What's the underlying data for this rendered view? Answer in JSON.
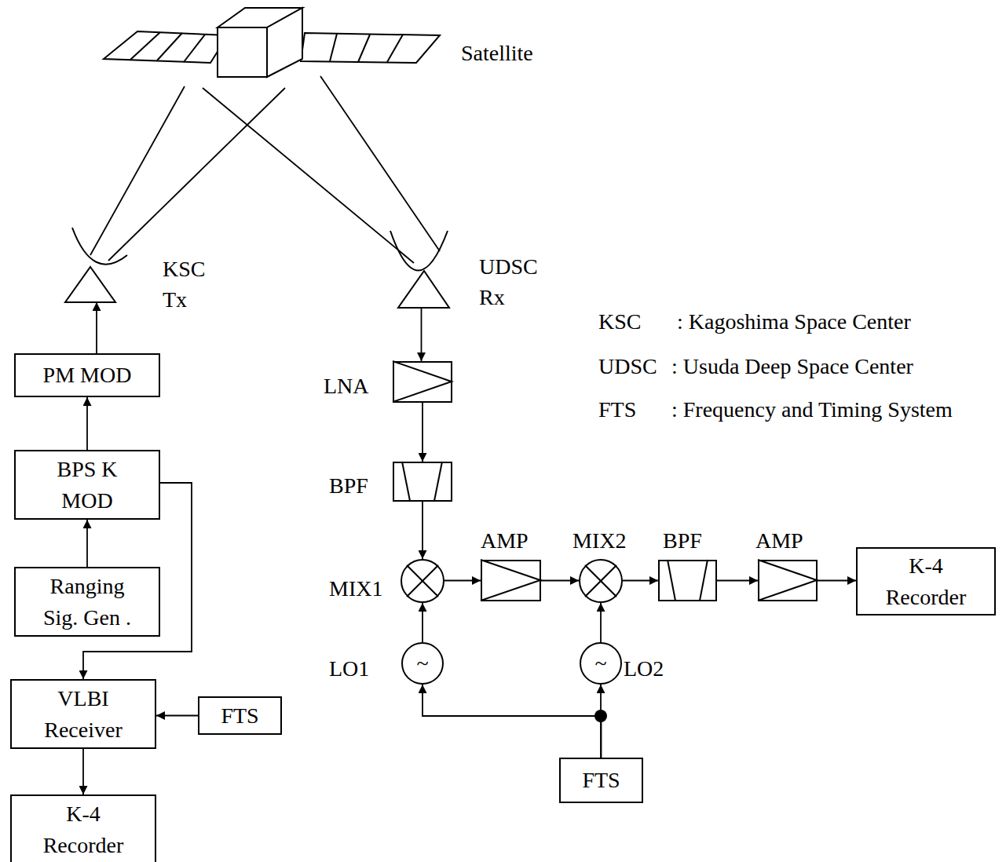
{
  "diagram": {
    "nodes": [
      {
        "text": [
          "Satellite"
        ]
      },
      {
        "text": [
          "KSC Tx"
        ]
      },
      {
        "text": [
          "PM MOD"
        ]
      },
      {
        "text": [
          "BPS K MOD"
        ]
      },
      {
        "text": [
          "Ranging Sig. Gen ."
        ]
      },
      {
        "text": [
          "VLBI Receiver"
        ]
      },
      {
        "text": [
          "FTS"
        ]
      },
      {
        "text": [
          "K-4 Recorder"
        ]
      },
      {
        "text": [
          "UDSC Rx"
        ]
      },
      {
        "text": [
          "LNA"
        ]
      },
      {
        "text": [
          "BPF"
        ]
      },
      {
        "text": [
          "MIX1"
        ]
      },
      {
        "text": [
          "~",
          "LO1"
        ]
      },
      {
        "text": [
          "AMP"
        ]
      },
      {
        "text": [
          "MIX2"
        ]
      },
      {
        "text": [
          "~",
          "LO2"
        ]
      },
      {
        "text": [
          "BPF"
        ]
      },
      {
        "text": [
          "AMP"
        ]
      },
      {
        "text": [
          "K-4 Recorder"
        ]
      },
      {
        "text": [
          "FTS"
        ]
      }
    ],
    "edges": [
      {
        "from": 0,
        "to": 1,
        "arrow": "none"
      },
      {
        "from": 0,
        "to": 8,
        "arrow": "none"
      },
      {
        "from": 2,
        "to": 1,
        "arrow": "to"
      },
      {
        "from": 3,
        "to": 2,
        "arrow": "to"
      },
      {
        "from": 4,
        "to": 3,
        "arrow": "to"
      },
      {
        "from": 3,
        "to": 5,
        "arrow": "to"
      },
      {
        "from": 6,
        "to": 5,
        "arrow": "to"
      },
      {
        "from": 5,
        "to": 7,
        "arrow": "to"
      },
      {
        "from": 8,
        "to": 9,
        "arrow": "to"
      },
      {
        "from": 9,
        "to": 10,
        "arrow": "to"
      },
      {
        "from": 10,
        "to": 11,
        "arrow": "to"
      },
      {
        "from": 12,
        "to": 11,
        "arrow": "to"
      },
      {
        "from": 11,
        "to": 13,
        "arrow": "to"
      },
      {
        "from": 13,
        "to": 14,
        "arrow": "to"
      },
      {
        "from": 15,
        "to": 14,
        "arrow": "to"
      },
      {
        "from": 14,
        "to": 16,
        "arrow": "to"
      },
      {
        "from": 16,
        "to": 17,
        "arrow": "to"
      },
      {
        "from": 17,
        "to": 18,
        "arrow": "to"
      },
      {
        "from": 19,
        "to": 12,
        "arrow": "to"
      },
      {
        "from": 19,
        "to": 15,
        "arrow": "to"
      }
    ],
    "labels": [
      "KSC",
      ": Kagoshima Space Center",
      "UDSC",
      ": Usuda Deep Space Center",
      "FTS",
      ": Frequency and Timing System"
    ]
  }
}
